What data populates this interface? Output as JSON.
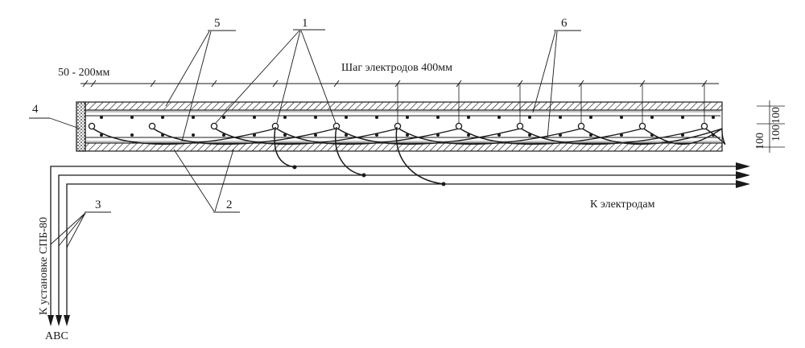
{
  "labels": {
    "spacing_small": "50 - 200мм",
    "electrode_step": "Шаг электродов 400мм",
    "to_electrodes": "К электродам",
    "to_installation": "К установке СПБ-80",
    "phases": "АВС",
    "dim_a": "100",
    "dim_b": "100",
    "dim_c": "100"
  },
  "callouts": {
    "c1": "1",
    "c2": "2",
    "c3": "3",
    "c4": "4",
    "c5": "5",
    "c6": "6"
  }
}
